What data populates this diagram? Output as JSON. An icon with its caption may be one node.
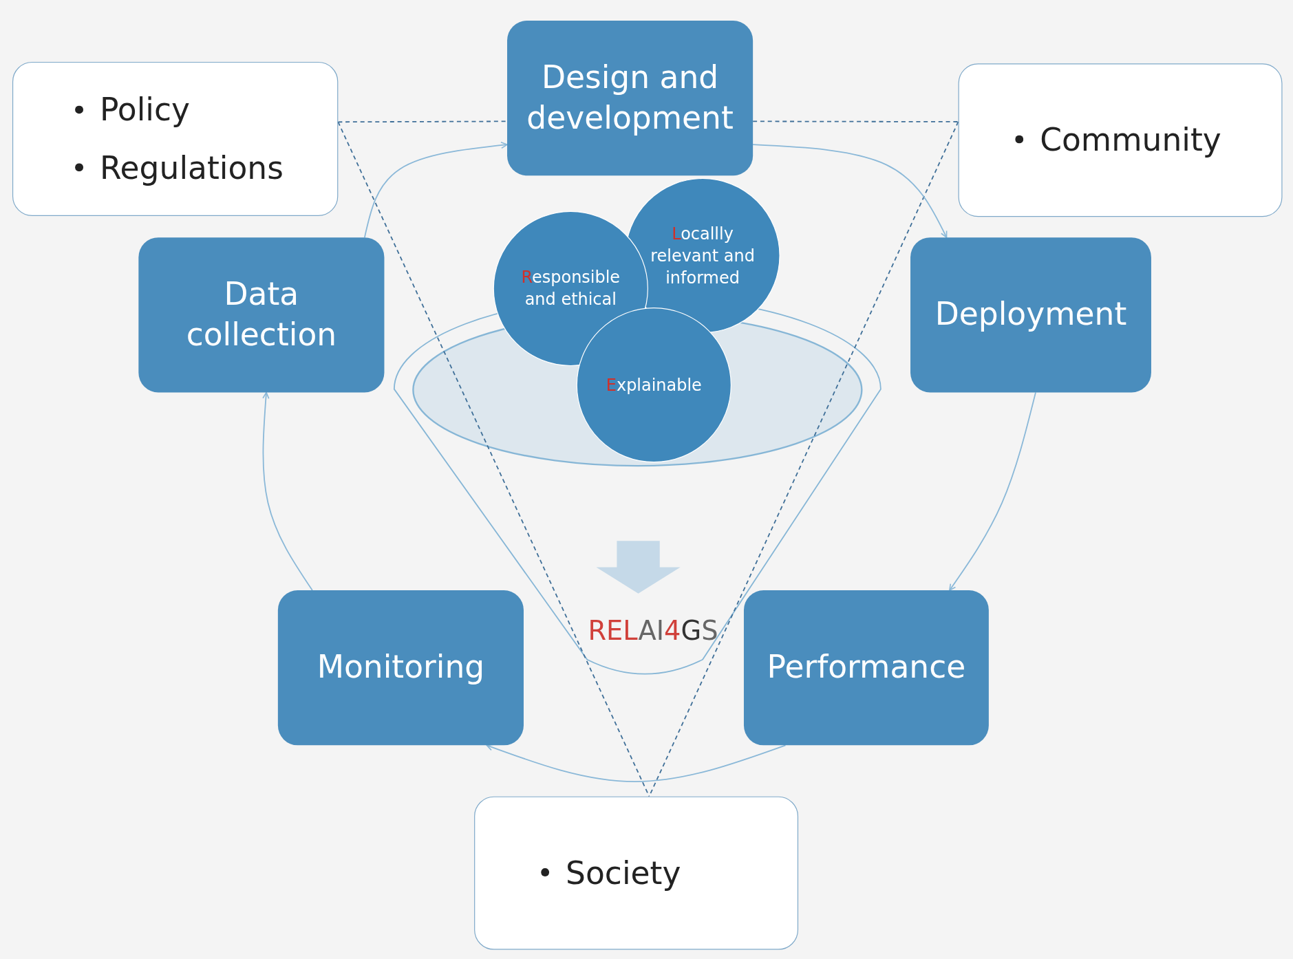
{
  "diagram": {
    "nodes": [
      {
        "text": [
          "Policy",
          "Regulations"
        ]
      },
      {
        "text": [
          "Design and development"
        ]
      },
      {
        "text": [
          "Community"
        ]
      },
      {
        "text": [
          "Data collection"
        ]
      },
      {
        "text": [
          "Locallly relevant and informed"
        ]
      },
      {
        "text": [
          "Responsible and ethical"
        ]
      },
      {
        "text": [
          "Deployment"
        ]
      },
      {
        "text": [
          "Explainable"
        ]
      },
      {
        "text": [
          "Monitoring"
        ]
      },
      {
        "text": [
          "Performance"
        ]
      },
      {
        "text": [
          "Society"
        ]
      }
    ],
    "edges": [
      {
        "from": 0,
        "to": 1,
        "arrow": "none",
        "style": "dashed",
        "color": "#3f6f98"
      },
      {
        "from": 1,
        "to": 2,
        "arrow": "none",
        "style": "dashed",
        "color": "#3f6f98"
      },
      {
        "from": 0,
        "to": 10,
        "arrow": "none",
        "style": "dashed",
        "color": "#3f6f98"
      },
      {
        "from": 2,
        "to": 10,
        "arrow": "none",
        "style": "dashed",
        "color": "#3f6f98"
      },
      {
        "from": 3,
        "to": 1,
        "arrow": "to"
      },
      {
        "from": 1,
        "to": 6,
        "arrow": "to"
      },
      {
        "from": 6,
        "to": 9,
        "arrow": "to"
      },
      {
        "from": 9,
        "to": 8,
        "arrow": "to"
      },
      {
        "from": 8,
        "to": 3,
        "arrow": "to"
      }
    ],
    "labels": [
      "RELAI4GS"
    ]
  }
}
